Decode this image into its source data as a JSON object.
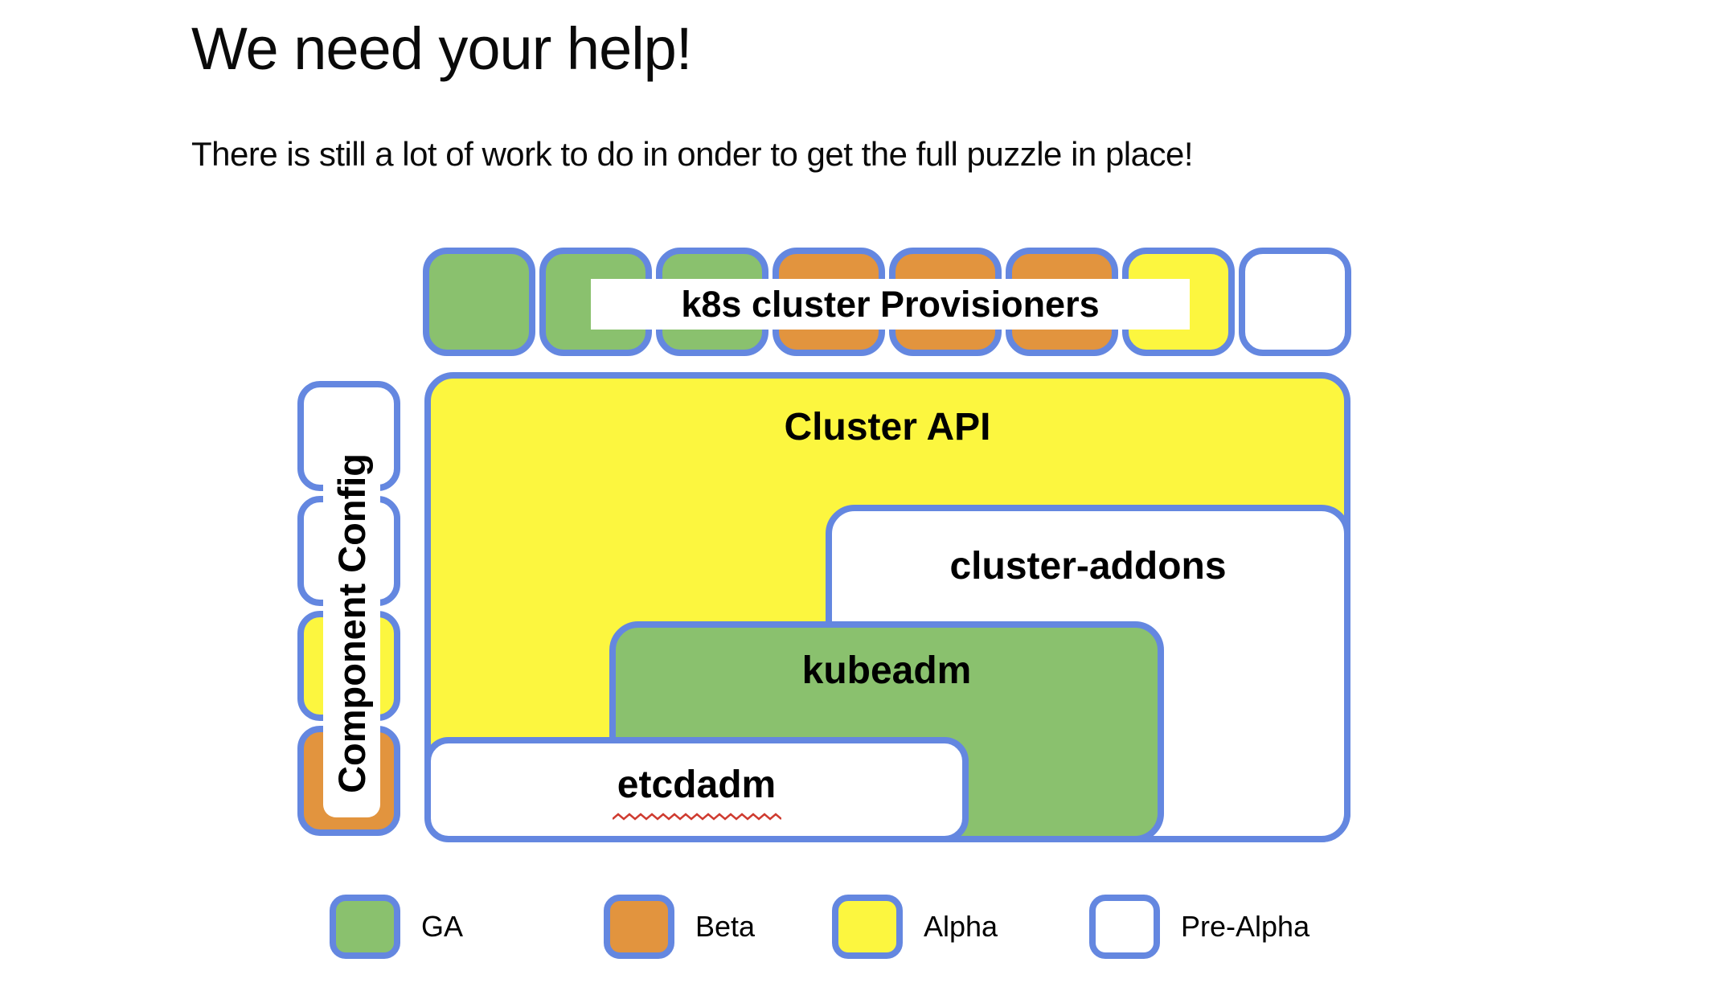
{
  "slide": {
    "title": "We need your help!",
    "subtitle": "There is still a lot of work to do in onder to get the full puzzle in place!"
  },
  "colors": {
    "ga_green": "#8AC16E",
    "beta_orange": "#E2943E",
    "alpha_yellow": "#FCF63F",
    "prealpha_white": "#FFFFFF",
    "border_blue": "#6487E0",
    "squiggle_red": "#CF3B30",
    "text_black": "#000000"
  },
  "diagram": {
    "provisioners": {
      "label": "k8s cluster Provisioners",
      "squares": [
        "ga",
        "ga",
        "ga",
        "beta",
        "beta",
        "beta",
        "alpha",
        "prealpha"
      ]
    },
    "component_config": {
      "label": "Component Config",
      "squares": [
        "prealpha",
        "prealpha",
        "alpha",
        "beta"
      ]
    },
    "boxes": [
      {
        "id": "cluster-api",
        "label": "Cluster API",
        "status": "alpha"
      },
      {
        "id": "cluster-addons",
        "label": "cluster-addons",
        "status": "prealpha"
      },
      {
        "id": "kubeadm",
        "label": "kubeadm",
        "status": "ga"
      },
      {
        "id": "etcdadm",
        "label": "etcdadm",
        "status": "prealpha",
        "spellcheck_underline": true
      }
    ]
  },
  "legend": {
    "items": [
      {
        "label": "GA",
        "color": "ga"
      },
      {
        "label": "Beta",
        "color": "beta"
      },
      {
        "label": "Alpha",
        "color": "alpha"
      },
      {
        "label": "Pre-Alpha",
        "color": "prealpha"
      }
    ]
  }
}
